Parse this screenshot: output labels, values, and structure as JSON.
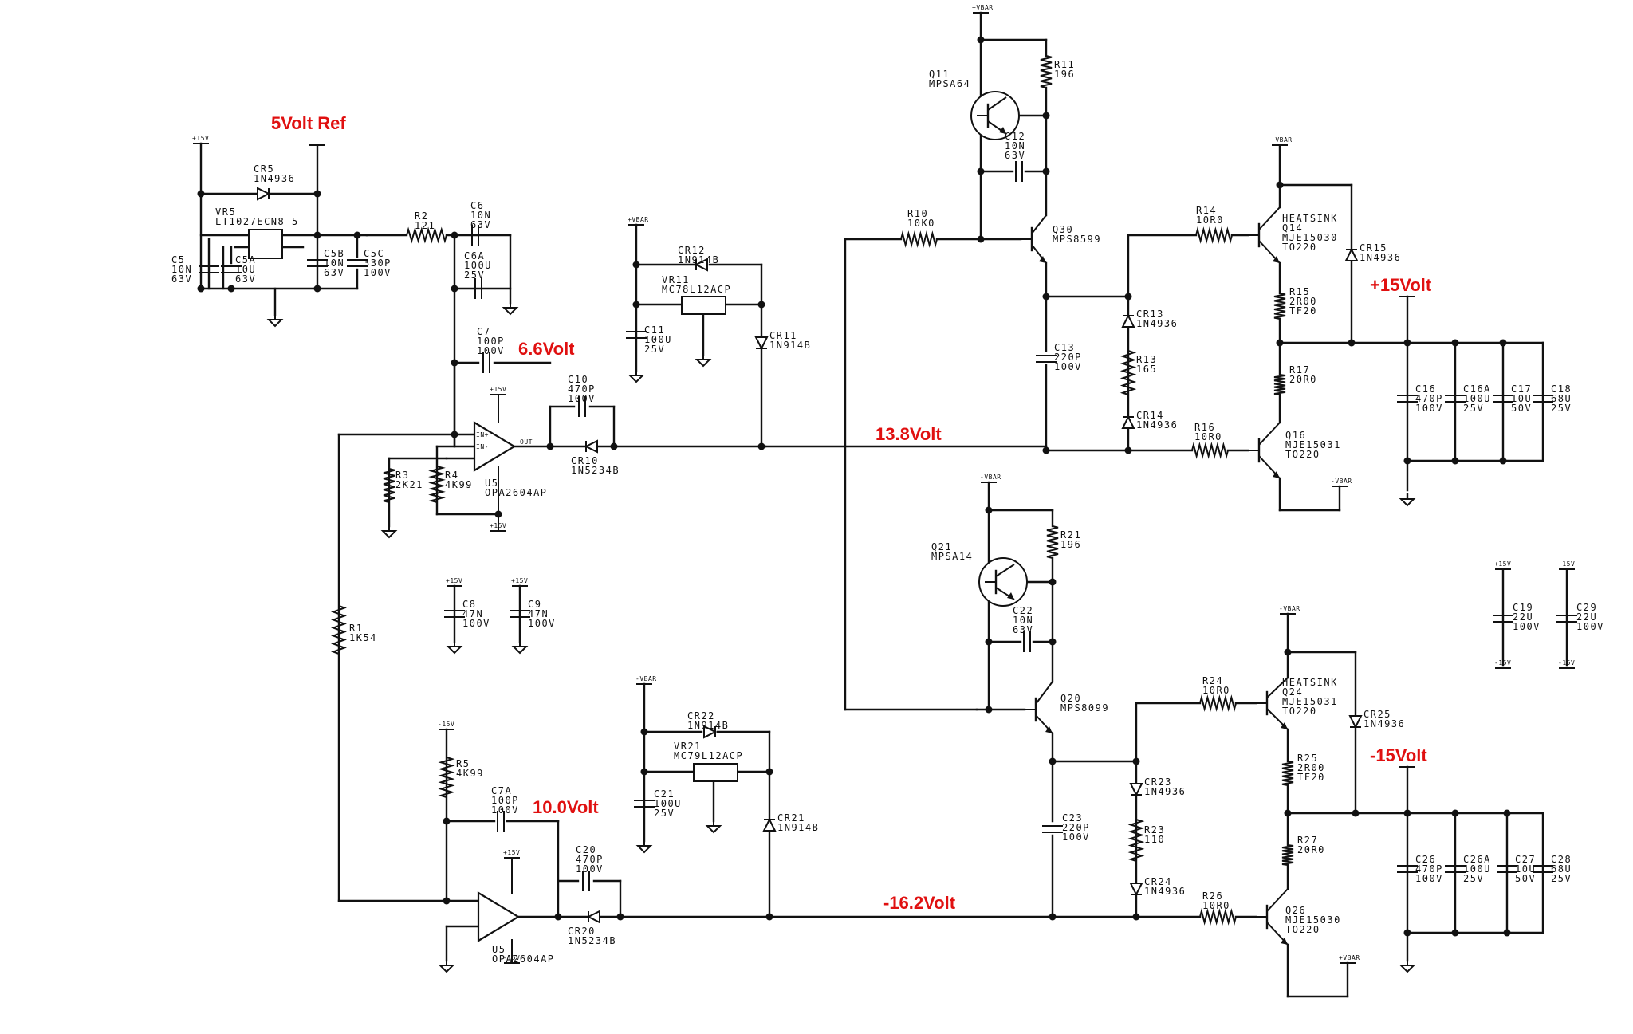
{
  "annotations": {
    "ref5": "5Volt Ref",
    "v66": "6.6Volt",
    "v138": "13.8Volt",
    "v100": "10.0Volt",
    "v162": "-16.2Volt",
    "vp15": "+15Volt",
    "vm15": "-15Volt"
  },
  "rails": {
    "p15": "+15V",
    "m15": "-15V",
    "vbar": "+VBAR",
    "mvbar": "-VBAR"
  },
  "components": {
    "cr5": [
      "CR5",
      "1N4936"
    ],
    "vr5": [
      "VR5",
      "LT1027ECN8-5"
    ],
    "c5": [
      "C5",
      "10N",
      "63V"
    ],
    "c5a": [
      "C5A",
      "10U",
      "63V"
    ],
    "c5b": [
      "C5B",
      "10N",
      "63V"
    ],
    "c5c": [
      "C5C",
      "330P",
      "100V"
    ],
    "r2": [
      "R2",
      "121"
    ],
    "c6": [
      "C6",
      "10N",
      "63V"
    ],
    "c6a": [
      "C6A",
      "100U",
      "25V"
    ],
    "c7": [
      "C7",
      "100P",
      "100V"
    ],
    "c10": [
      "C10",
      "470P",
      "100V"
    ],
    "cr10": [
      "CR10",
      "1N5234B"
    ],
    "r3": [
      "R3",
      "2K21"
    ],
    "r4": [
      "R4",
      "4K99"
    ],
    "u5a": [
      "U5",
      "OPA2604AP"
    ],
    "cr12": [
      "CR12",
      "1N914B"
    ],
    "vr11": [
      "VR11",
      "MC78L12ACP"
    ],
    "c11": [
      "C11",
      "100U",
      "25V"
    ],
    "cr11": [
      "CR11",
      "1N914B"
    ],
    "c8": [
      "C8",
      "47N",
      "100V"
    ],
    "c9": [
      "C9",
      "47N",
      "100V"
    ],
    "r1": [
      "R1",
      "1K54"
    ],
    "r5": [
      "R5",
      "4K99"
    ],
    "c7a": [
      "C7A",
      "100P",
      "100V"
    ],
    "c20": [
      "C20",
      "470P",
      "100V"
    ],
    "cr20": [
      "CR20",
      "1N5234B"
    ],
    "u5b": [
      "U5",
      "OPA2604AP"
    ],
    "cr22": [
      "CR22",
      "1N914B"
    ],
    "vr21": [
      "VR21",
      "MC79L12ACP"
    ],
    "c21": [
      "C21",
      "100U",
      "25V"
    ],
    "cr21": [
      "CR21",
      "1N914B"
    ],
    "q11": [
      "Q11",
      "MPSA64"
    ],
    "r11": [
      "R11",
      "196"
    ],
    "c12": [
      "C12",
      "10N",
      "63V"
    ],
    "r10": [
      "R10",
      "10K0"
    ],
    "q30": [
      "Q30",
      "MPS8599"
    ],
    "c13": [
      "C13",
      "220P",
      "100V"
    ],
    "cr13": [
      "CR13",
      "1N4936"
    ],
    "r13": [
      "R13",
      "165"
    ],
    "cr14": [
      "CR14",
      "1N4936"
    ],
    "r14": [
      "R14",
      "10R0"
    ],
    "q14": [
      "HEATSINK",
      "Q14",
      "MJE15030",
      "TO220"
    ],
    "cr15": [
      "CR15",
      "1N4936"
    ],
    "r15": [
      "R15",
      "2R00",
      "TF20"
    ],
    "r17": [
      "R17",
      "20R0"
    ],
    "r16": [
      "R16",
      "10R0"
    ],
    "q16": [
      "Q16",
      "MJE15031",
      "TO220"
    ],
    "c16": [
      "C16",
      "470P",
      "100V"
    ],
    "c16a": [
      "C16A",
      "100U",
      "25V"
    ],
    "c17": [
      "C17",
      "10U",
      "50V"
    ],
    "c18": [
      "C18",
      "68U",
      "25V"
    ],
    "q21": [
      "Q21",
      "MPSA14"
    ],
    "r21": [
      "R21",
      "196"
    ],
    "c22": [
      "C22",
      "10N",
      "63V"
    ],
    "q20": [
      "Q20",
      "MPS8099"
    ],
    "c23": [
      "C23",
      "220P",
      "100V"
    ],
    "cr23": [
      "CR23",
      "1N4936"
    ],
    "r23": [
      "R23",
      "110"
    ],
    "cr24": [
      "CR24",
      "1N4936"
    ],
    "r24": [
      "R24",
      "10R0"
    ],
    "q24": [
      "HEATSINK",
      "Q24",
      "MJE15031",
      "TO220"
    ],
    "cr25": [
      "CR25",
      "1N4936"
    ],
    "r25": [
      "R25",
      "2R00",
      "TF20"
    ],
    "r27": [
      "R27",
      "20R0"
    ],
    "r26": [
      "R26",
      "10R0"
    ],
    "q26": [
      "Q26",
      "MJE15030",
      "TO220"
    ],
    "c26": [
      "C26",
      "470P",
      "100V"
    ],
    "c26a": [
      "C26A",
      "100U",
      "25V"
    ],
    "c27": [
      "C27",
      "10U",
      "50V"
    ],
    "c28": [
      "C28",
      "68U",
      "25V"
    ],
    "c19": [
      "C19",
      "22U",
      "100V"
    ],
    "c29": [
      "C29",
      "22U",
      "100V"
    ]
  }
}
